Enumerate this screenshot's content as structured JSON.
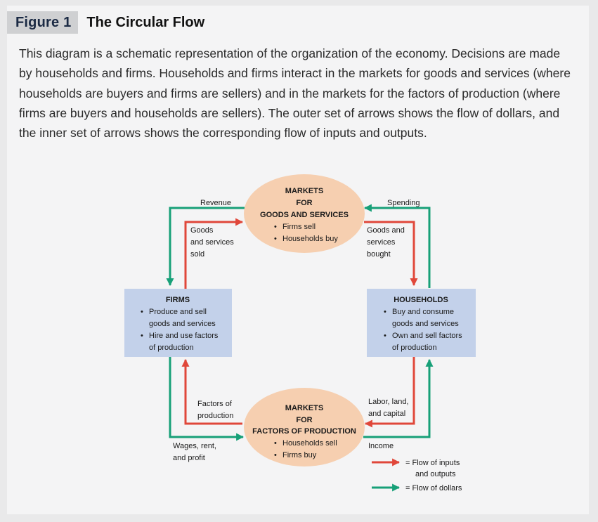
{
  "header": {
    "figure_label": "Figure 1",
    "title": "The Circular Flow"
  },
  "caption": "This diagram is a schematic representation of the organization of the economy. Decisions are made by households and firms. Households and firms interact in the markets for goods and services (where households are buyers and firms are sellers) and in the markets for the factors of production (where firms are buyers and households are sellers). The outer set of arrows shows the flow of dollars, and the inner set of arrows shows the corresponding flow of inputs and outputs.",
  "diagram": {
    "goods_market": {
      "line1": "MARKETS",
      "line2": "FOR",
      "line3": "GOODS AND SERVICES",
      "bullet1": "Firms sell",
      "bullet2": "Households buy"
    },
    "factor_market": {
      "line1": "MARKETS",
      "line2": "FOR",
      "line3": "FACTORS OF PRODUCTION",
      "bullet1": "Households sell",
      "bullet2": "Firms buy"
    },
    "firms": {
      "title": "FIRMS",
      "b1_l1": "Produce and sell",
      "b1_l2": "goods and services",
      "b2_l1": "Hire and use factors",
      "b2_l2": "of production"
    },
    "households": {
      "title": "HOUSEHOLDS",
      "b1_l1": "Buy and consume",
      "b1_l2": "goods and services",
      "b2_l1": "Own and sell factors",
      "b2_l2": "of production"
    },
    "flows": {
      "revenue": "Revenue",
      "spending": "Spending",
      "goods_sold_l1": "Goods",
      "goods_sold_l2": "and services",
      "goods_sold_l3": "sold",
      "goods_bought_l1": "Goods and",
      "goods_bought_l2": "services",
      "goods_bought_l3": "bought",
      "factors_l1": "Factors of",
      "factors_l2": "production",
      "labor_l1": "Labor, land,",
      "labor_l2": "and capital",
      "wages_l1": "Wages, rent,",
      "wages_l2": "and profit",
      "income": "Income"
    },
    "legend": {
      "inputs_l1": "= Flow of inputs",
      "inputs_l2": "and outputs",
      "dollars": "= Flow of dollars"
    },
    "colors": {
      "red_arrow": "#e0473a",
      "green_arrow": "#17a078",
      "ellipse_fill": "#f6cfb0",
      "box_fill": "#c3d1ea"
    }
  }
}
